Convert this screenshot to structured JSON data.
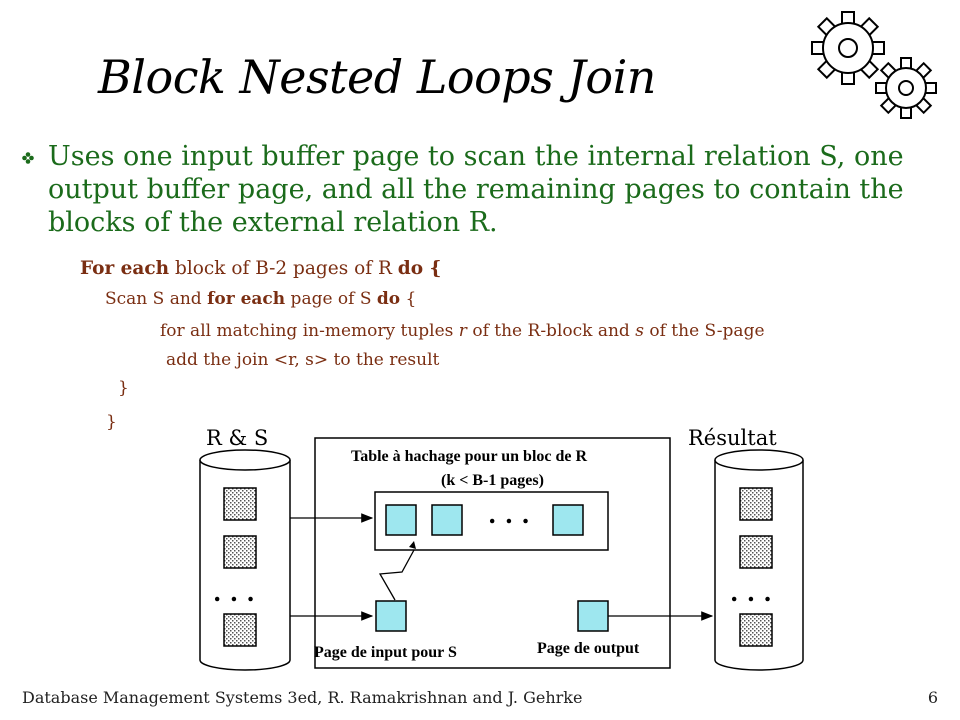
{
  "slide": {
    "title": "Block Nested Loops Join",
    "bullet": "Uses one input  buffer page to scan the internal relation S, one output buffer page, and all the remaining pages to contain the blocks of the external  relation R.",
    "code": {
      "line1": {
        "kw1": "For each",
        "t1": " block of B-2 pages of  R ",
        "kw2": "do {"
      },
      "line2": {
        "t1": "Scan S and ",
        "kw1": "for each",
        "t2": " page of S ",
        "kw2": "do",
        "t3": "  {"
      },
      "line3": {
        "t1": "for all matching in-memory tuples  ",
        "v1": "r",
        "t2": " of  the R-block and ",
        "v2": "s",
        "t3": " of the S-page"
      },
      "line4": "add the join  <r, s> to the result",
      "line5": "}",
      "line6": "}"
    }
  },
  "diagram": {
    "label_rs": "R & S",
    "label_result": "Résultat",
    "hash_title_1": "Table à hachage pour un bloc de R",
    "hash_title_2": "(k < B-1 pages)",
    "input_label": "Page de input pour S",
    "output_label": "Page de output",
    "ellipsis": ". . ."
  },
  "footer": {
    "left": "Database Management Systems 3ed,  R. Ramakrishnan and J. Gehrke",
    "page": "6"
  },
  "colors": {
    "bullet_text": "#1b6b1b",
    "code_text": "#7a2e12",
    "page_fill": "#9ee7ef"
  }
}
